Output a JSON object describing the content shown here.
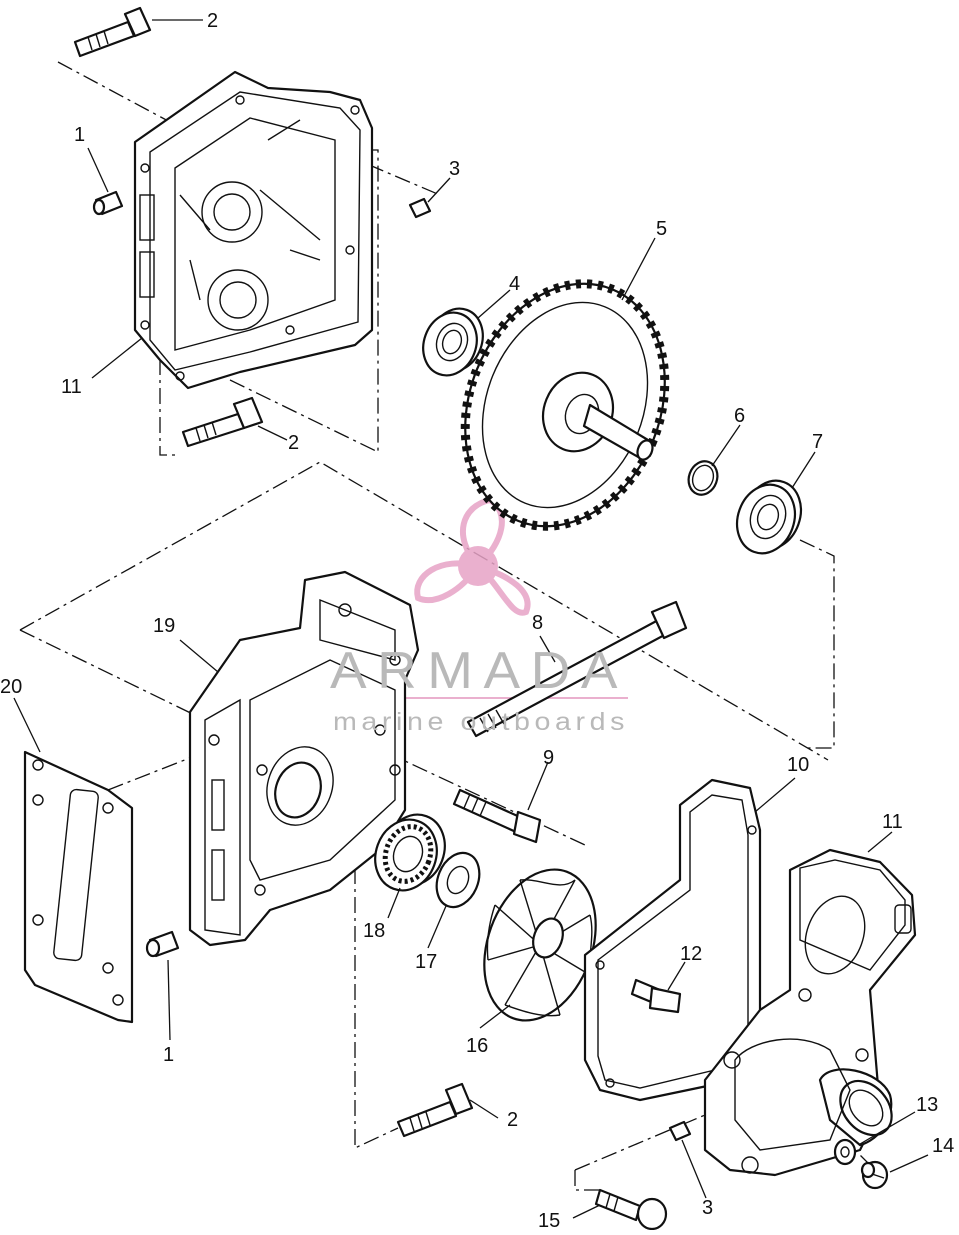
{
  "diagram": {
    "callouts": [
      {
        "id": "c2a",
        "label": "2"
      },
      {
        "id": "c1a",
        "label": "1"
      },
      {
        "id": "c3a",
        "label": "3"
      },
      {
        "id": "c5",
        "label": "5"
      },
      {
        "id": "c4",
        "label": "4"
      },
      {
        "id": "c11a",
        "label": "11"
      },
      {
        "id": "c2b",
        "label": "2"
      },
      {
        "id": "c6",
        "label": "6"
      },
      {
        "id": "c7",
        "label": "7"
      },
      {
        "id": "c19",
        "label": "19"
      },
      {
        "id": "c8",
        "label": "8"
      },
      {
        "id": "c20",
        "label": "20"
      },
      {
        "id": "c9",
        "label": "9"
      },
      {
        "id": "c10",
        "label": "10"
      },
      {
        "id": "c11b",
        "label": "11"
      },
      {
        "id": "c18",
        "label": "18"
      },
      {
        "id": "c17",
        "label": "17"
      },
      {
        "id": "c12",
        "label": "12"
      },
      {
        "id": "c16",
        "label": "16"
      },
      {
        "id": "c1b",
        "label": "1"
      },
      {
        "id": "c2c",
        "label": "2"
      },
      {
        "id": "c13",
        "label": "13"
      },
      {
        "id": "c14",
        "label": "14"
      },
      {
        "id": "c3b",
        "label": "3"
      },
      {
        "id": "c15",
        "label": "15"
      }
    ]
  },
  "watermark": {
    "title": "ARMADA",
    "subtitle": "marine outboards",
    "logo_color": "#e7a3c6",
    "text_color": "#b9b9b9"
  }
}
